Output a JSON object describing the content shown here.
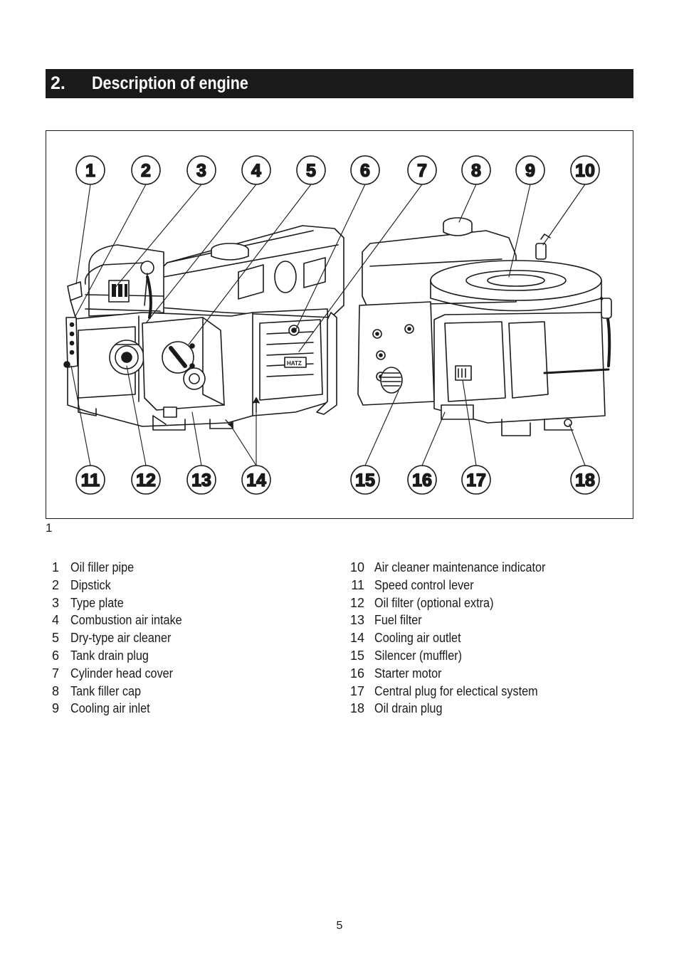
{
  "section": {
    "number": "2.",
    "title": "Description of engine"
  },
  "figure": {
    "number": "1",
    "callouts": [
      "1",
      "2",
      "3",
      "4",
      "5",
      "6",
      "7",
      "8",
      "9",
      "10",
      "11",
      "12",
      "13",
      "14",
      "15",
      "16",
      "17",
      "18"
    ],
    "badge_text": "HATZ"
  },
  "parts": [
    {
      "num": "1",
      "label": "Oil filler pipe"
    },
    {
      "num": "2",
      "label": "Dipstick"
    },
    {
      "num": "3",
      "label": "Type plate"
    },
    {
      "num": "4",
      "label": "Combustion air intake"
    },
    {
      "num": "5",
      "label": "Dry-type air cleaner"
    },
    {
      "num": "6",
      "label": "Tank drain plug"
    },
    {
      "num": "7",
      "label": "Cylinder head cover"
    },
    {
      "num": "8",
      "label": "Tank filler cap"
    },
    {
      "num": "9",
      "label": "Cooling air inlet"
    },
    {
      "num": "10",
      "label": "Air cleaner maintenance indicator"
    },
    {
      "num": "11",
      "label": "Speed control lever"
    },
    {
      "num": "12",
      "label": "Oil filter (optional extra)"
    },
    {
      "num": "13",
      "label": "Fuel filter"
    },
    {
      "num": "14",
      "label": "Cooling air outlet"
    },
    {
      "num": "15",
      "label": "Silencer (muffler)"
    },
    {
      "num": "16",
      "label": "Starter motor"
    },
    {
      "num": "17",
      "label": "Central plug for electical system"
    },
    {
      "num": "18",
      "label": "Oil drain plug"
    }
  ],
  "page_number": "5"
}
